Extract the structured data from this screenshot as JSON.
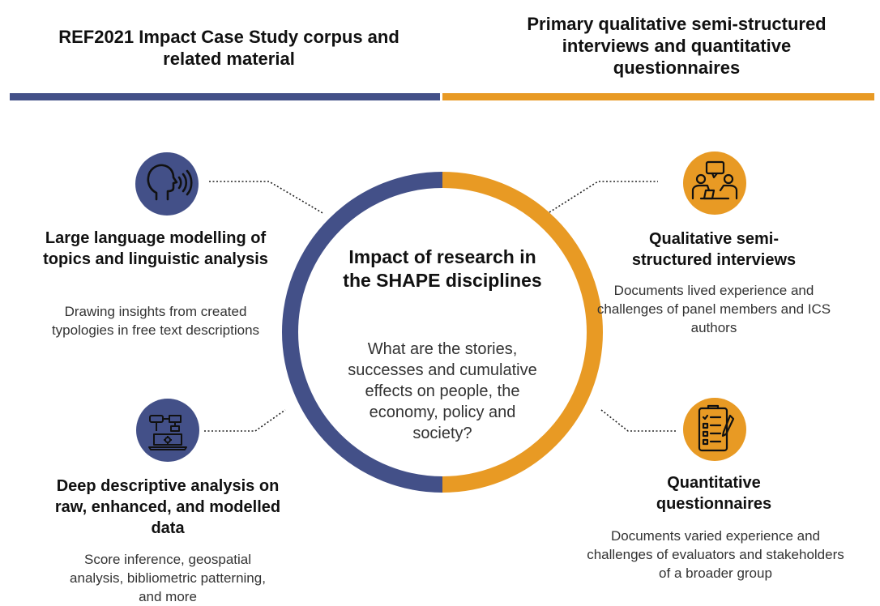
{
  "colors": {
    "blue": "#435088",
    "orange": "#E89A24"
  },
  "header": {
    "left": "REF2021 Impact Case Study corpus and related material",
    "right": "Primary qualitative semi-structured interviews and quantitative questionnaires"
  },
  "center": {
    "title": "Impact of research in the SHAPE disciplines",
    "description": "What are the stories, successes and cumulative effects on people, the economy, policy and society?"
  },
  "items": [
    {
      "icon": "speaking-head-icon",
      "title": "Large language modelling of topics and linguistic analysis",
      "description": "Drawing insights from created typologies in free text descriptions"
    },
    {
      "icon": "data-flow-laptop-icon",
      "title": "Deep descriptive analysis on raw, enhanced, and modelled data",
      "description": "Score inference, geospatial analysis, bibliometric patterning, and more"
    },
    {
      "icon": "interview-people-icon",
      "title": "Qualitative semi-structured interviews",
      "description": "Documents lived experience and challenges of panel members and ICS authors"
    },
    {
      "icon": "checklist-clipboard-icon",
      "title": "Quantitative questionnaires",
      "description": "Documents varied experience and challenges of evaluators and stakeholders of a broader group"
    }
  ]
}
